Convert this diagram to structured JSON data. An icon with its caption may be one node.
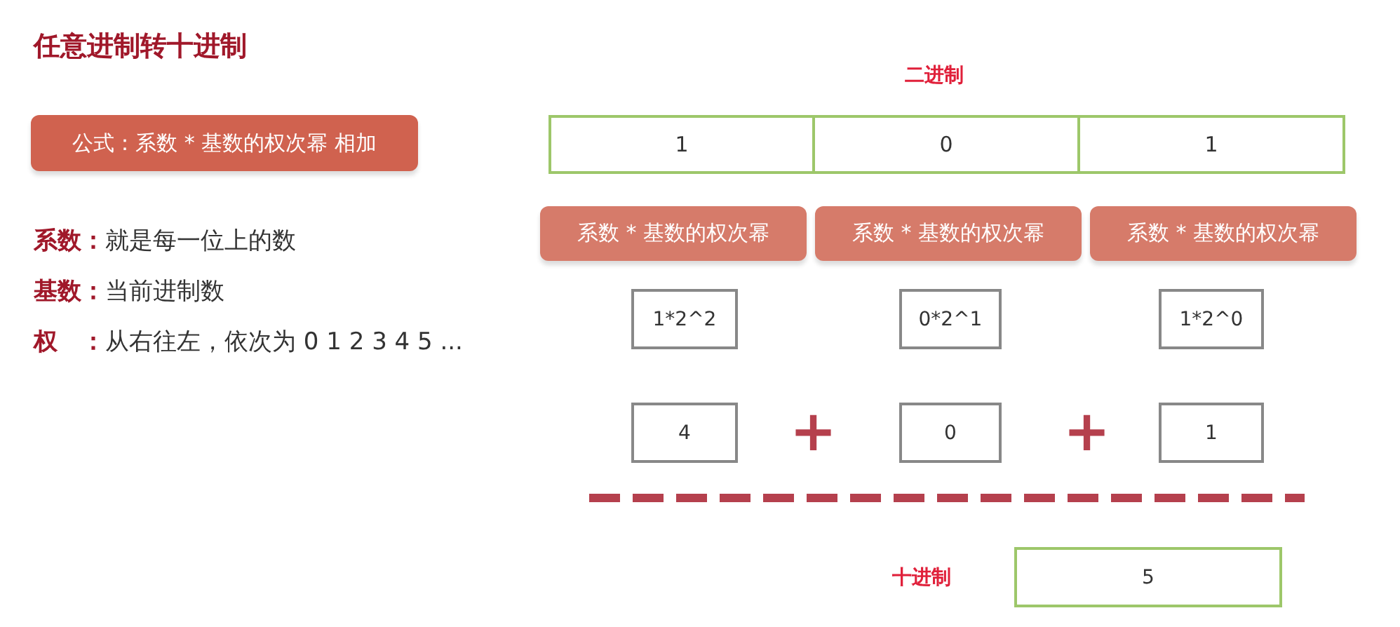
{
  "diagram": {
    "title": "任意进制转十进制",
    "nodes": [
      {
        "text": [
          "公式：系数 * 基数的权次幂 相加"
        ]
      },
      {
        "text": [
          "1"
        ]
      },
      {
        "text": [
          "0"
        ]
      },
      {
        "text": [
          "1"
        ]
      },
      {
        "text": [
          "系数 * 基数的权次幂"
        ]
      },
      {
        "text": [
          "系数 * 基数的权次幂"
        ]
      },
      {
        "text": [
          "系数 * 基数的权次幂"
        ]
      },
      {
        "text": [
          "1*2^2"
        ]
      },
      {
        "text": [
          "0*2^1"
        ]
      },
      {
        "text": [
          "1*2^0"
        ]
      },
      {
        "text": [
          "4"
        ]
      },
      {
        "text": [
          "0"
        ]
      },
      {
        "text": [
          "1"
        ]
      },
      {
        "text": [
          "5"
        ],
        "beside": [
          "十进制"
        ]
      }
    ],
    "labels": [
      "二进制",
      "**系数：**就是每一位上的数",
      "**基数：**当前进制数",
      "**权　：**从右往左，依次为 0 1 2 3 4 5 ...",
      "+",
      "+"
    ]
  }
}
